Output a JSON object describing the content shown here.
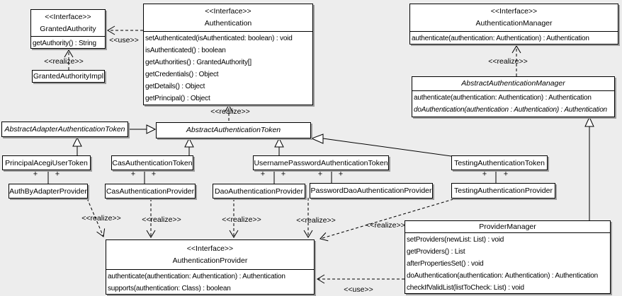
{
  "labels": {
    "use": "<<use>>",
    "realize": "<<realize>>"
  },
  "classes": [
    {
      "stereotype": "<<Interface>>",
      "name": "GrantedAuthority",
      "methods": [
        "getAuthority() : String"
      ]
    },
    {
      "name": "GrantedAuthorityImpl"
    },
    {
      "stereotype": "<<Interface>>",
      "name": "Authentication",
      "methods": [
        "setAuthenticated(isAuthenticated: boolean) : void",
        "isAuthenticated() : boolean",
        "getAuthorities() : GrantedAuthority[]",
        "getCredentials() : Object",
        "getDetails() : Object",
        "getPrincipal() : Object"
      ]
    },
    {
      "stereotype": "<<Interface>>",
      "name": "AuthenticationManager",
      "methods": [
        "authenticate(authentication: Authentication) : Authentication"
      ]
    },
    {
      "name": "AbstractAuthenticationManager",
      "abstract": true,
      "methods": [
        "authenticate(authentication: Authentication) : Authentication",
        "doAuthentication(authentication : Authentication) : Authentication"
      ]
    },
    {
      "name": "AbstractAdapterAuthenticationToken",
      "abstract": true
    },
    {
      "name": "AbstractAuthenticationToken",
      "abstract": true
    },
    {
      "name": "PrincipalAcegiUserToken"
    },
    {
      "name": "CasAuthenticationToken"
    },
    {
      "name": "UsernamePasswordAuthenticationToken"
    },
    {
      "name": "TestingAuthenticationToken"
    },
    {
      "name": "AuthByAdapterProvider"
    },
    {
      "name": "CasAuthenticationProvider"
    },
    {
      "name": "DaoAuthenticationProvider"
    },
    {
      "name": "PasswordDaoAuthenticationProvider"
    },
    {
      "name": "TestingAuthenticationProvider"
    },
    {
      "stereotype": "<<Interface>>",
      "name": "AuthenticationProvider",
      "methods": [
        "authenticate(authentication: Authentication) : Authentication",
        "supports(authentication: Class) : boolean"
      ]
    },
    {
      "name": "ProviderManager",
      "methods": [
        "setProviders(newList: List) : void",
        "getProviders() : List",
        "afterPropertiesSet() : void",
        "doAuthentication(authentication: Authentication) : Authentication",
        "checkIfValidList(listToCheck: List) : void"
      ]
    }
  ],
  "relationships": [
    {
      "type": "use",
      "from": "Authentication",
      "to": "GrantedAuthority",
      "label": "<<use>>"
    },
    {
      "type": "realize",
      "from": "GrantedAuthorityImpl",
      "to": "GrantedAuthority",
      "label": "<<realize>>"
    },
    {
      "type": "realize",
      "from": "AbstractAuthenticationToken",
      "to": "Authentication",
      "label": "<<realize>>"
    },
    {
      "type": "realize",
      "from": "AbstractAuthenticationManager",
      "to": "AuthenticationManager",
      "label": "<<realize>>"
    },
    {
      "type": "generalization",
      "from": "AbstractAdapterAuthenticationToken",
      "to": "AbstractAuthenticationToken"
    },
    {
      "type": "generalization",
      "from": "PrincipalAcegiUserToken",
      "to": "AbstractAdapterAuthenticationToken"
    },
    {
      "type": "generalization",
      "from": "CasAuthenticationToken",
      "to": "AbstractAuthenticationToken"
    },
    {
      "type": "generalization",
      "from": "UsernamePasswordAuthenticationToken",
      "to": "AbstractAuthenticationToken"
    },
    {
      "type": "generalization",
      "from": "TestingAuthenticationToken",
      "to": "AbstractAuthenticationToken"
    },
    {
      "type": "generalization",
      "from": "ProviderManager",
      "to": "AbstractAuthenticationManager"
    },
    {
      "type": "realize",
      "from": "AuthByAdapterProvider",
      "to": "AuthenticationProvider",
      "label": "<<realize>>"
    },
    {
      "type": "realize",
      "from": "CasAuthenticationProvider",
      "to": "AuthenticationProvider",
      "label": "<<realize>>"
    },
    {
      "type": "realize",
      "from": "DaoAuthenticationProvider",
      "to": "AuthenticationProvider",
      "label": "<<realize>>"
    },
    {
      "type": "realize",
      "from": "PasswordDaoAuthenticationProvider",
      "to": "AuthenticationProvider",
      "label": "<<realize>>"
    },
    {
      "type": "realize",
      "from": "TestingAuthenticationProvider",
      "to": "AuthenticationProvider",
      "label": "<<realize>>"
    },
    {
      "type": "use",
      "from": "ProviderManager",
      "to": "AuthenticationProvider",
      "label": "<<use>>"
    },
    {
      "type": "association",
      "from": "PrincipalAcegiUserToken",
      "to": "AuthByAdapterProvider",
      "end_labels": [
        "+",
        "+"
      ]
    },
    {
      "type": "association",
      "from": "CasAuthenticationToken",
      "to": "CasAuthenticationProvider",
      "end_labels": [
        "+",
        "+"
      ]
    },
    {
      "type": "association",
      "from": "UsernamePasswordAuthenticationToken",
      "to": "DaoAuthenticationProvider",
      "end_labels": [
        "+",
        "+"
      ]
    },
    {
      "type": "association",
      "from": "UsernamePasswordAuthenticationToken",
      "to": "PasswordDaoAuthenticationProvider",
      "end_labels": [
        "+",
        "+"
      ]
    },
    {
      "type": "association",
      "from": "TestingAuthenticationToken",
      "to": "TestingAuthenticationProvider",
      "end_labels": [
        "+",
        "+"
      ]
    }
  ]
}
